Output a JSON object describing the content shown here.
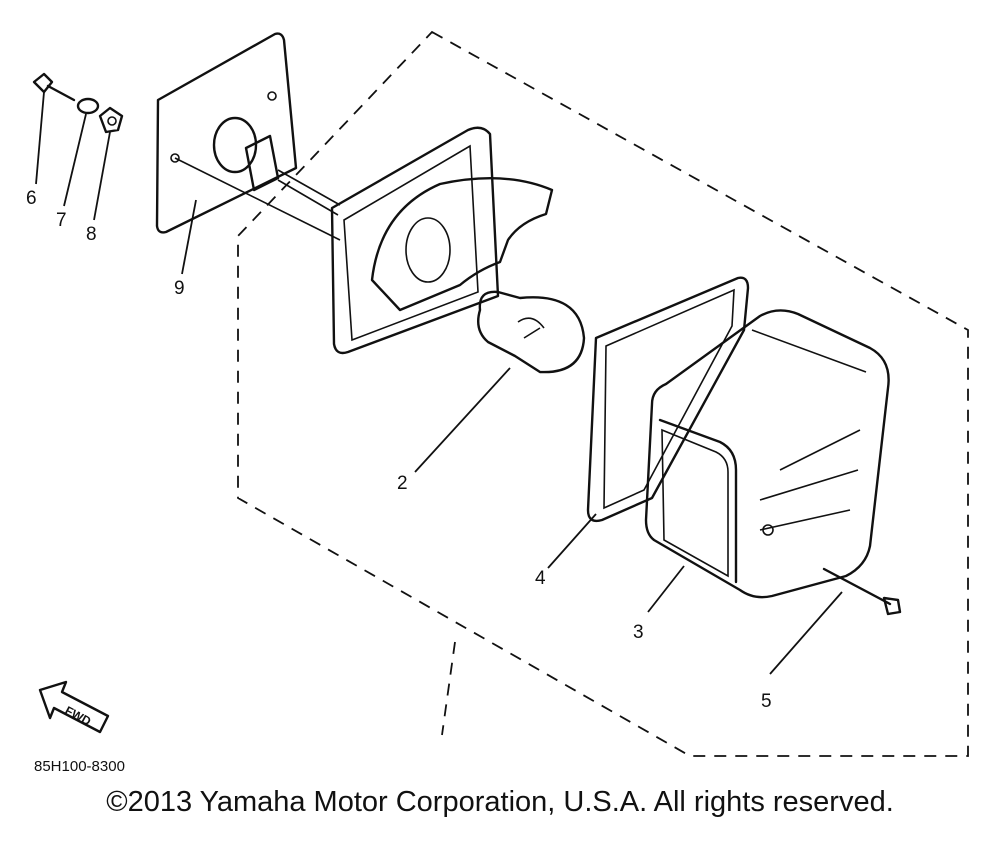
{
  "diagram": {
    "part_labels": [
      {
        "id": "p2",
        "number": "2"
      },
      {
        "id": "p3",
        "number": "3"
      },
      {
        "id": "p4",
        "number": "4"
      },
      {
        "id": "p5",
        "number": "5"
      },
      {
        "id": "p6",
        "number": "6"
      },
      {
        "id": "p7",
        "number": "7"
      },
      {
        "id": "p8",
        "number": "8"
      },
      {
        "id": "p9",
        "number": "9"
      }
    ],
    "drawing_code": "85H100-8300",
    "fwd_label": "FWD"
  },
  "footer": {
    "copyright": "©2013 Yamaha Motor Corporation, U.S.A. All rights reserved."
  }
}
